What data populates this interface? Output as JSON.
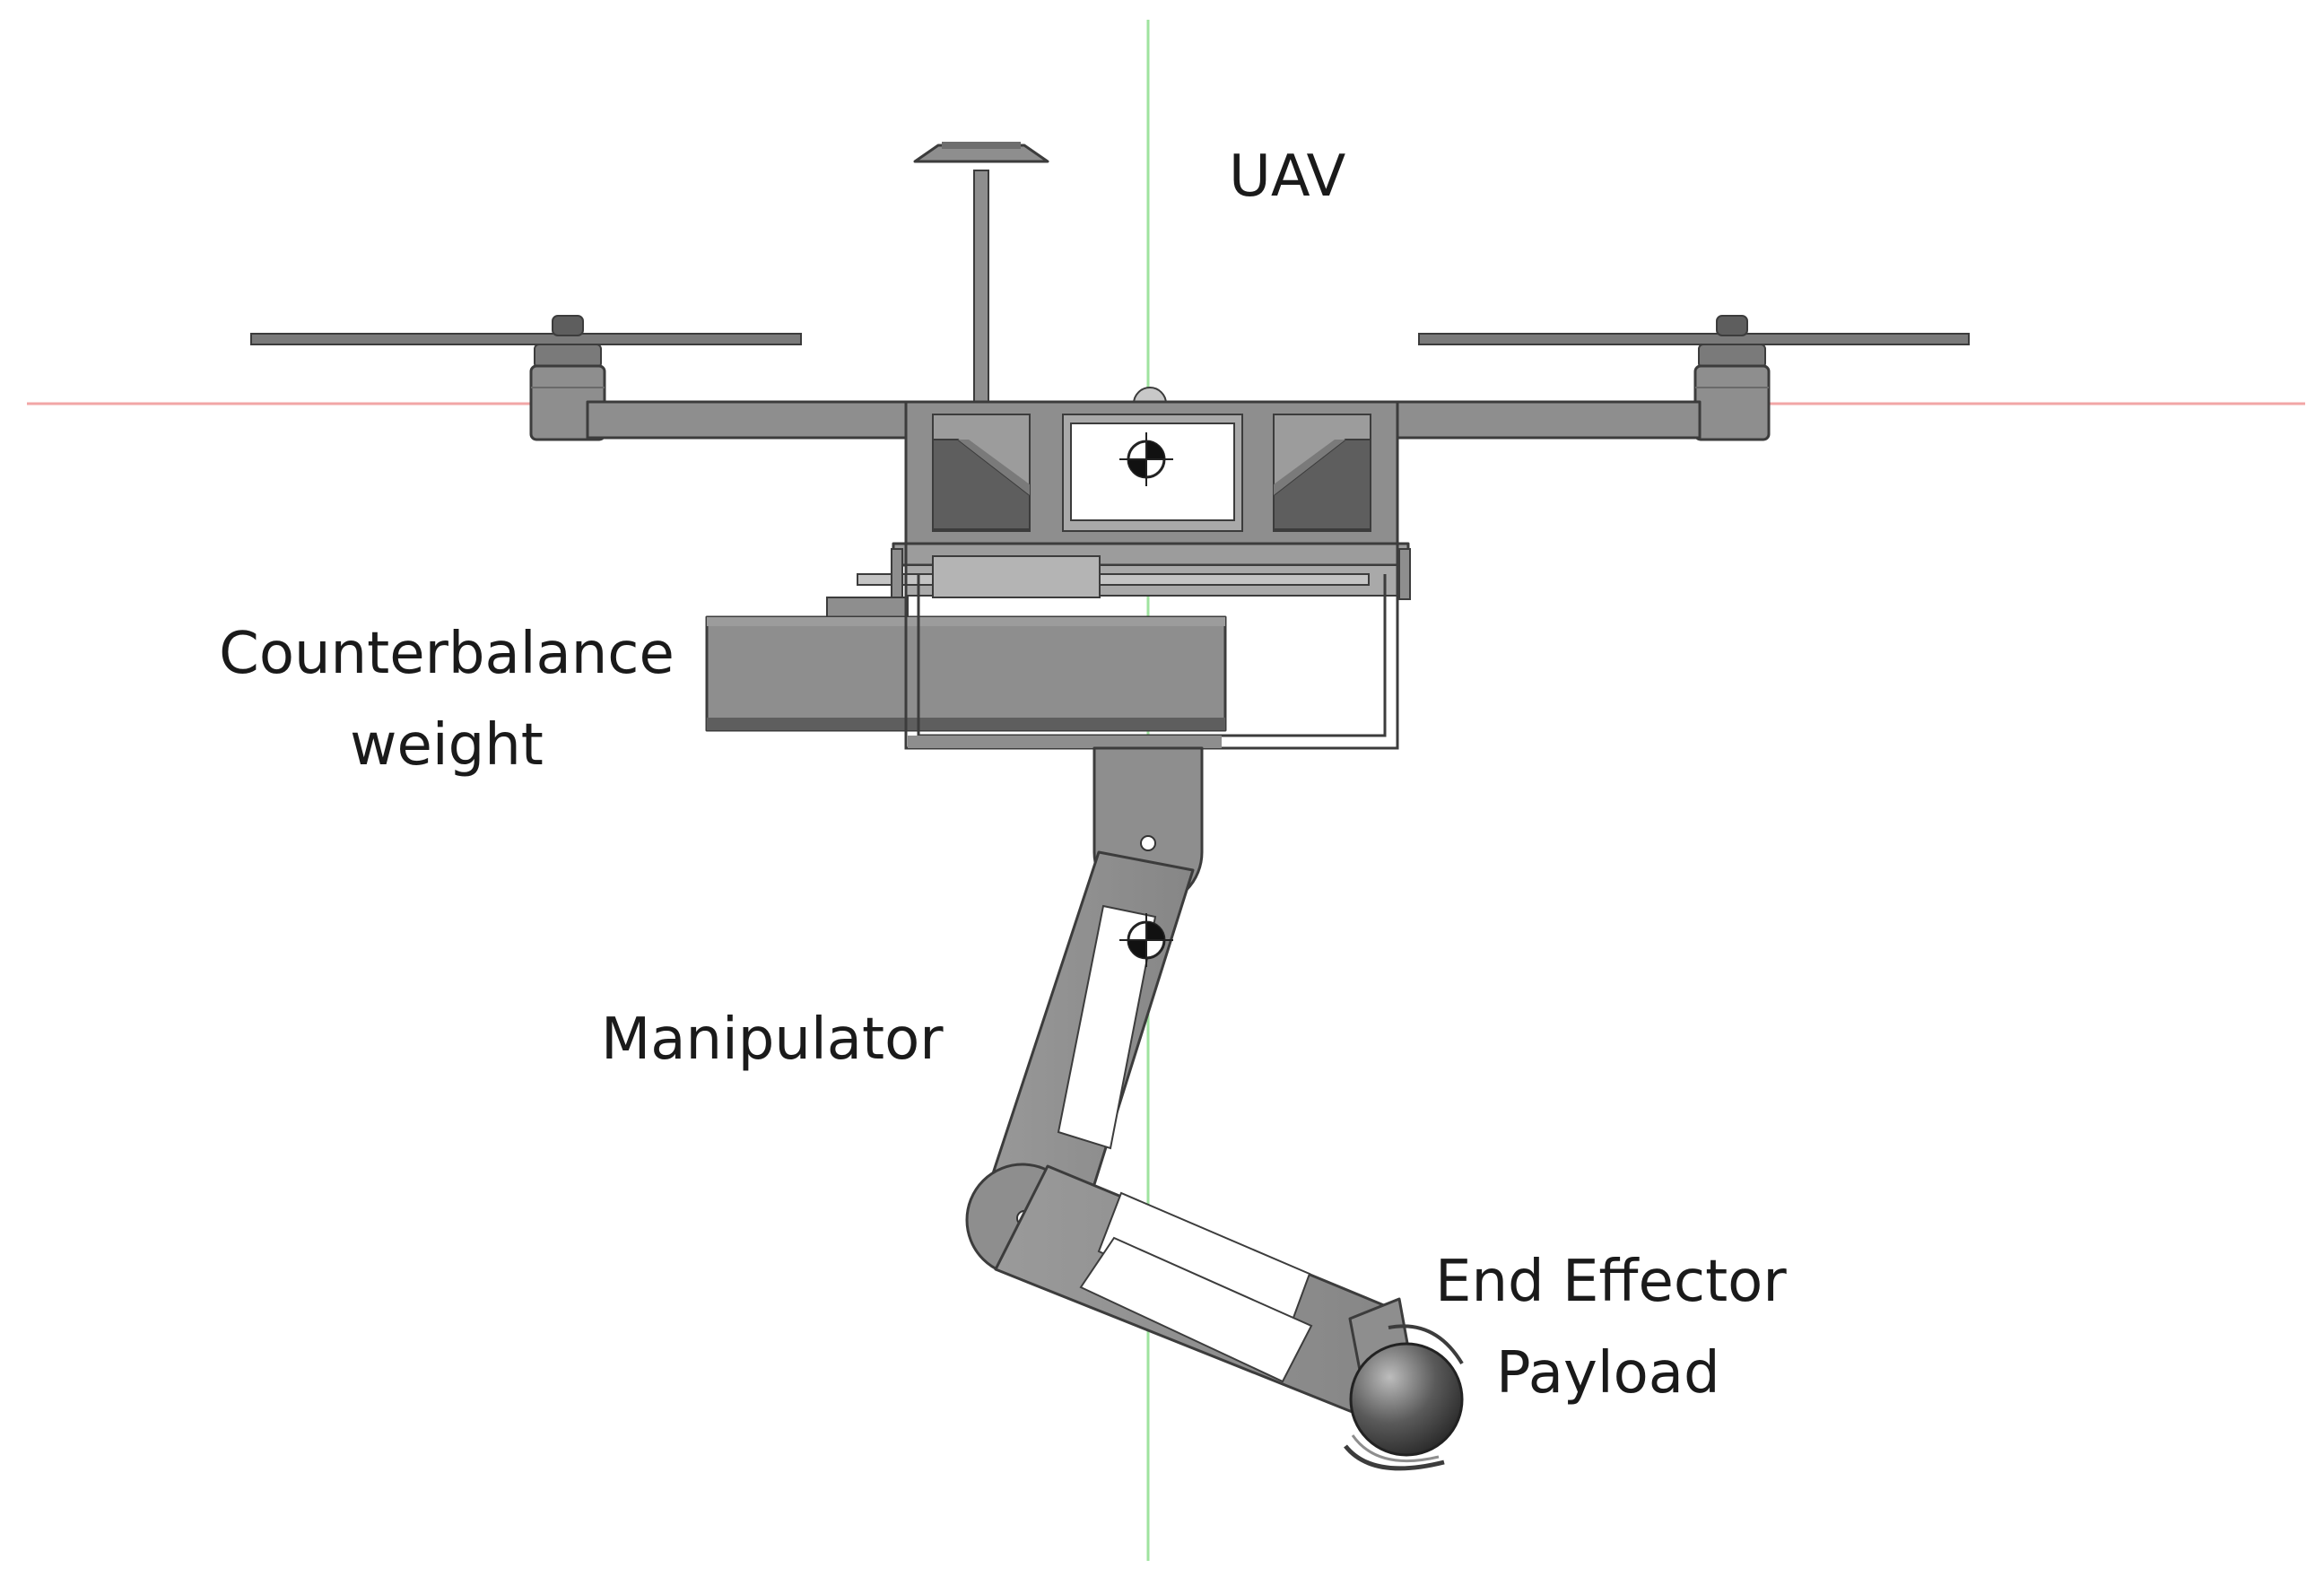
{
  "labels": {
    "uav": "UAV",
    "counterbalance_line1": "Counterbalance",
    "counterbalance_line2": "weight",
    "manipulator": "Manipulator",
    "end_effector_line1": "End Effector",
    "end_effector_line2": "Payload"
  },
  "colors": {
    "body_gray": "#8e8e8e",
    "light_gray": "#a9a9a9",
    "dark_gray": "#5e5e5e",
    "outline": "#3c3c3c",
    "window_white": "#ffffff",
    "axis_green": "#9fe39f",
    "axis_red": "#f2a6a6",
    "text": "#1a1a1a"
  }
}
